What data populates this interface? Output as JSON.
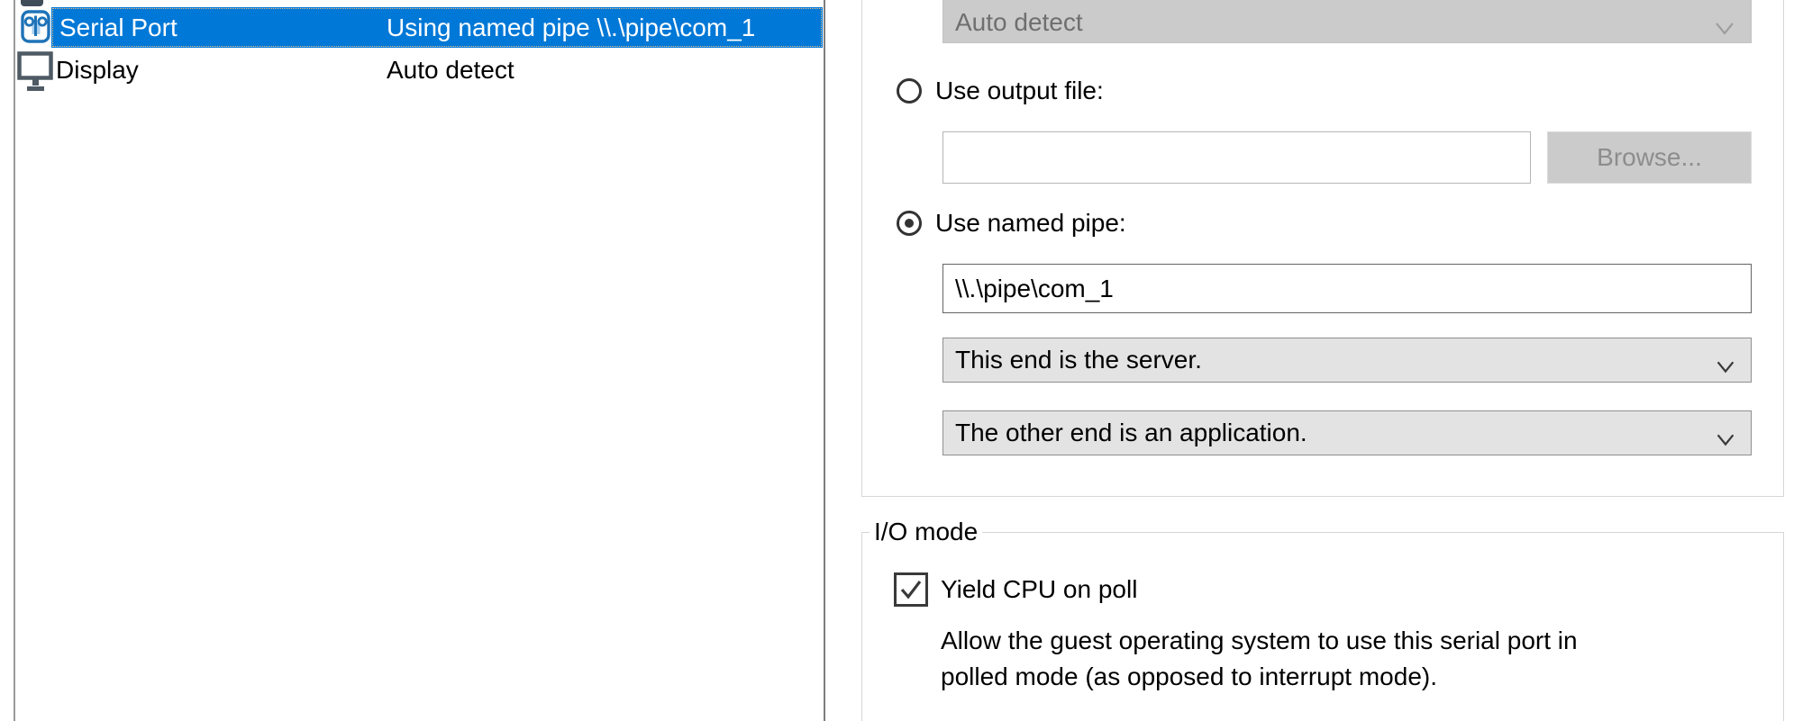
{
  "device_list": {
    "items": [
      {
        "name": "Serial Port",
        "summary": "Using named pipe \\\\.\\pipe\\com_1",
        "selected": true,
        "icon": "serial-port-icon"
      },
      {
        "name": "Display",
        "summary": "Auto detect",
        "selected": false,
        "icon": "display-icon"
      }
    ]
  },
  "connection_panel": {
    "device_dropdown": {
      "value": "Auto detect",
      "disabled": true
    },
    "output_file_radio": {
      "label": "Use output file:",
      "selected": false
    },
    "output_file_input": {
      "value": "",
      "disabled": true
    },
    "browse_button": {
      "label": "Browse...",
      "disabled": true
    },
    "named_pipe_radio": {
      "label": "Use named pipe:",
      "selected": true
    },
    "pipe_name_input": {
      "value": "\\\\.\\pipe\\com_1"
    },
    "pipe_end_dropdown": {
      "value": "This end is the server."
    },
    "pipe_other_end_dropdown": {
      "value": "The other end is an application."
    }
  },
  "io_mode_group": {
    "title": "I/O mode",
    "yield_cpu_checkbox": {
      "label": "Yield CPU on poll",
      "checked": true
    },
    "description_line1": "Allow the guest operating system to use this serial port in",
    "description_line2": "polled mode (as opposed to interrupt mode)."
  },
  "colors": {
    "selection_blue": "#0078d7",
    "selection_text": "#ffffff",
    "serial_icon_blue": "#1e73b8",
    "serial_icon_light_blue": "#a9cfec",
    "display_icon_slate": "#4e5a64",
    "groupbox_border": "#d6d6d6",
    "combo_enabled_bg": "#e3e3e3",
    "combo_disabled_bg": "#cbcbcb",
    "disabled_text": "#6f6f6f"
  }
}
